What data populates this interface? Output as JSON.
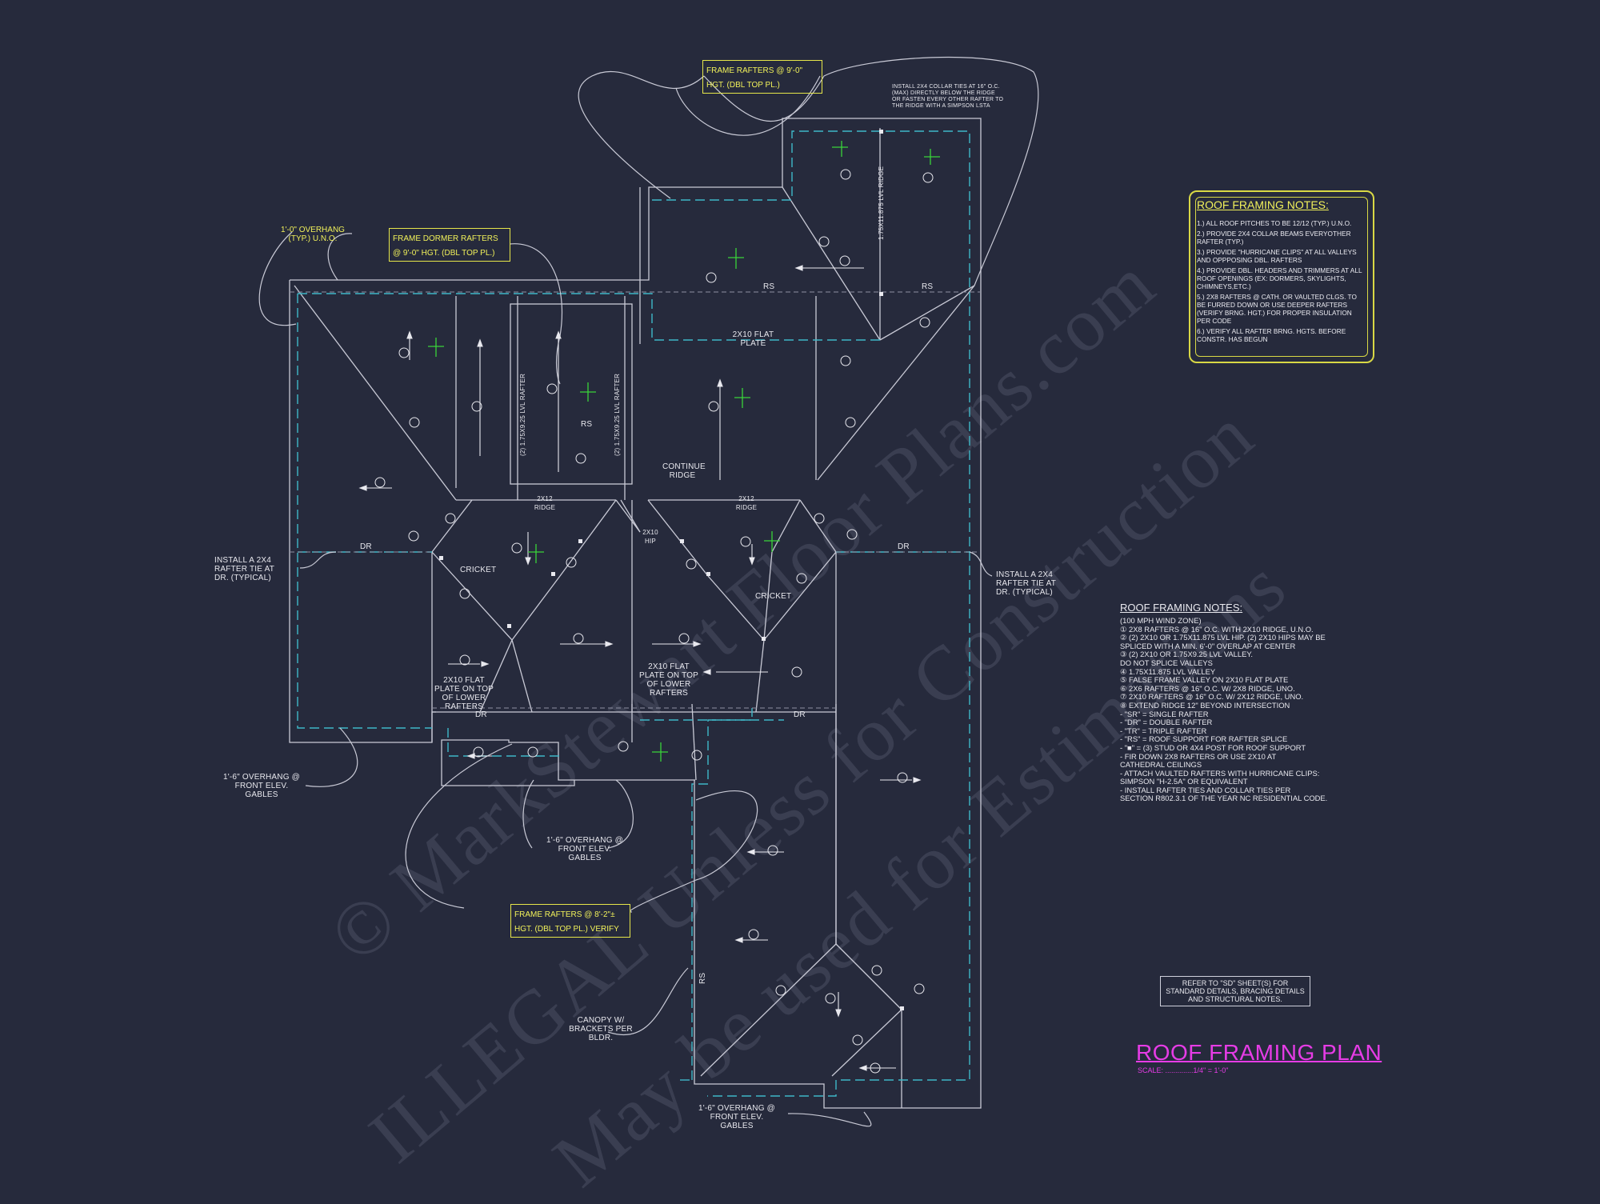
{
  "watermark": {
    "line1": "© MarkStewart Floor Plans.com",
    "line2": "ILLEGAL Unless for Construction",
    "line3": "May be used for Estimations"
  },
  "callouts": {
    "frame_rafters_top": "FRAME RAFTERS @ 9'-0\" HGT. (DBL TOP PL.)",
    "frame_dormer": "FRAME DORMER RAFTERS @ 9'-0\" HGT. (DBL TOP PL.)",
    "frame_rafters_bottom": "FRAME RAFTERS @ 8'-2\"± HGT. (DBL TOP PL.) VERIFY",
    "overhang_typ": "1'-0\" OVERHANG (TYP.) U.N.O.",
    "collar_ties": "INSTALL 2x4 COLLAR TIES AT 16\" O.C. (MAX) DIRECTLY BELOW THE RIDGE OR FASTEN EVERY OTHER RAFTER TO THE RIDGE WITH A SIMPSON LSTA",
    "rafter_tie_left": "INSTALL A 2x4 RAFTER TIE AT DR. (TYPICAL)",
    "rafter_tie_right": "INSTALL A 2x4 RAFTER TIE AT DR. (TYPICAL)",
    "overhang_front_1": "1'-6\" OVERHANG @ FRONT ELEV. GABLES",
    "overhang_front_2": "1'-6\" OVERHANG @ FRONT ELEV. GABLES",
    "overhang_front_3": "1'-6\" OVERHANG @ FRONT ELEV. GABLES",
    "canopy": "CANOPY W/ BRACKETS PER BLDR.",
    "continue_ridge": "CONTINUE RIDGE",
    "flat_plate_top": "2x10 FLAT PLATE",
    "flat_plate_left": "2x10 FLAT PLATE ON TOP OF LOWER RAFTERS",
    "flat_plate_right": "2x10 FLAT PLATE ON TOP OF LOWER RAFTERS",
    "cricket_left": "CRICKET",
    "cricket_right": "CRICKET",
    "ridge_2x12_left": "2x12 RIDGE",
    "ridge_2x12_right": "2x12 RIDGE",
    "hip_2x10": "2x10 HIP",
    "lvl_rafter_left": "(2) 1.75x9.25 LVL RAFTER",
    "lvl_rafter_right": "(2) 1.75x9.25 LVL RAFTER",
    "lvl_ridge": "1.75x11.875 LVL RIDGE",
    "dr": "DR",
    "rs": "RS"
  },
  "notes_box": {
    "title": "ROOF FRAMING NOTES:",
    "items": [
      "1.) ALL ROOF PITCHES TO BE 12/12 (TYP.) U.N.O.",
      "2.) PROVIDE 2x4 COLLAR BEAMS EVERYOTHER RAFTER (TYP.)",
      "3.) PROVIDE \"HURRICANE CLIPS\" AT ALL VALLEYS AND OPPPOSING DBL. RAFTERS",
      "4.) PROVIDE DBL. HEADERS AND TRIMMERS AT ALL ROOF OPENINGS (EX: DORMERS, SKYLIGHTS, CHIMNEYS,ETC.)",
      "5.) 2x8 RAFTERS @ CATH. OR VAULTED CLGS. TO BE FURRED DOWN OR USE DEEPER RAFTERS (VERIFY BRNG. HGT.) FOR PROPER INSULATION PER CODE",
      "6.) VERIFY ALL RAFTER BRNG. HGTS. BEFORE CONSTR. HAS BEGUN"
    ]
  },
  "notes_list": {
    "title": "ROOF FRAMING NOTES:",
    "lines": [
      "(100 MPH WIND ZONE)",
      "① 2x8 RAFTERS @ 16\" O.C. WITH 2X10 RIDGE, U.N.O.",
      "② (2) 2x10 OR 1.75x11.875 LVL HIP. (2) 2x10 HIPS MAY BE",
      "   SPLICED WITH A MIN. 6'-0\" OVERLAP AT CENTER",
      "③ (2) 2x10 OR 1.75x9.25 LVL VALLEY.",
      "   DO NOT SPLICE VALLEYS",
      "④ 1.75x11.875 LVL VALLEY",
      "⑤ FALSE FRAME VALLEY ON 2x10 FLAT PLATE",
      "⑥ 2x6 RAFTERS @ 16\" O.C. W/ 2x8 RIDGE, UNO.",
      "⑦ 2x10 RAFTERS @ 16\" O.C. W/ 2x12 RIDGE, UNO.",
      "⑧ EXTEND RIDGE 12\" BEYOND INTERSECTION",
      "- \"SR\" = SINGLE RAFTER",
      "- \"DR\" = DOUBLE RAFTER",
      "- \"TR\" = TRIPLE RAFTER",
      "- \"RS\" = ROOF SUPPORT FOR RAFTER SPLICE",
      "- \"■\" = (3) STUD OR 4x4 POST FOR ROOF SUPPORT",
      "- FIR DOWN 2x8 RAFTERS OR USE 2x10 AT",
      "  CATHEDRAL CEILINGS",
      "- ATTACH VAULTED RAFTERS WITH HURRICANE CLIPS:",
      "  SIMPSON \"H-2.5A\" OR EQUIVALENT",
      "- INSTALL RAFTER TIES AND COLLAR TIES PER",
      "  SECTION R802.3.1 OF THE YEAR NC RESIDENTIAL CODE."
    ]
  },
  "reference": "REFER TO \"SD\" SHEET(S) FOR STANDARD DETAILS, BRACING DETAILS AND STRUCTURAL NOTES.",
  "title": "ROOF FRAMING PLAN",
  "scale": "SCALE: ..............1/4\" = 1'-0\"",
  "colors": {
    "background": "#262a3c",
    "walls": "#c9cad6",
    "dashed": "#3fb8c8",
    "callout": "#f1f15a",
    "title": "#e63ce6",
    "pitch": "#3ad43a"
  }
}
